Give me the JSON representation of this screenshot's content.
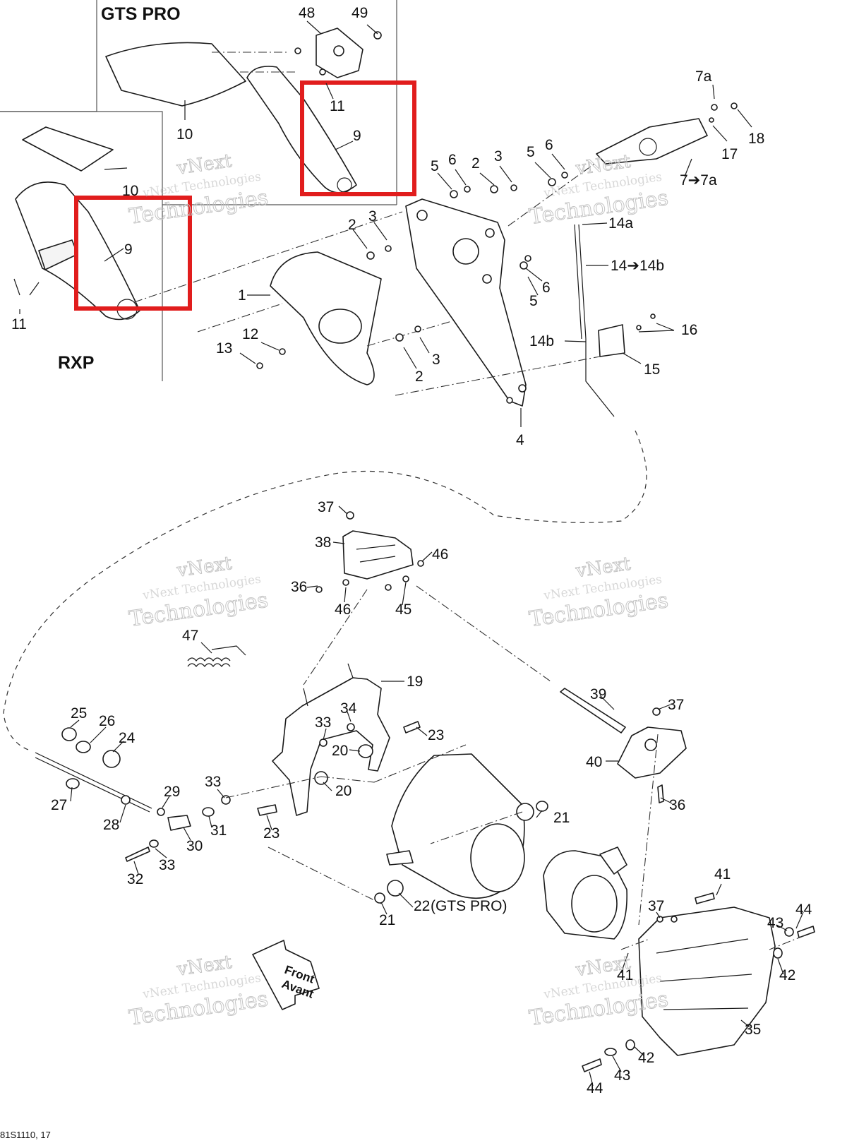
{
  "variants": {
    "gts_pro": "GTS PRO",
    "rxp": "RXP"
  },
  "direction": {
    "front": "Front",
    "avant": "Avant"
  },
  "watermark": {
    "line1": "vNext",
    "line2": "vNext Technologies",
    "line3": "Technologies"
  },
  "reference_code": "81S1110, 17",
  "highlight_color": "#e11d1d",
  "callouts": {
    "c48": "48",
    "c49": "49",
    "c11a": "11",
    "c9a": "9",
    "c10a": "10",
    "c10b": "10",
    "c9b": "9",
    "c11b": "11",
    "c7a": "7a",
    "c18": "18",
    "c17": "17",
    "c7to7a": "7➔7a",
    "c5a": "5",
    "c6a": "6",
    "c2a": "2",
    "c3a": "3",
    "c5b": "5",
    "c6b": "6",
    "c14a": "14a",
    "c14to14b": "14➔14b",
    "c2b": "2",
    "c3b": "3",
    "c6c": "6",
    "c5c": "5",
    "c1": "1",
    "c12": "12",
    "c13": "13",
    "c3c": "3",
    "c2c": "2",
    "c14b": "14b",
    "c16": "16",
    "c15": "15",
    "c4": "4",
    "c37a": "37",
    "c38": "38",
    "c46a": "46",
    "c36a": "36",
    "c46b": "46",
    "c45": "45",
    "c47": "47",
    "c19": "19",
    "c39": "39",
    "c37b": "37",
    "c25": "25",
    "c26": "26",
    "c24": "24",
    "c34": "34",
    "c33a": "33",
    "c23a": "23",
    "c20a": "20",
    "c40": "40",
    "c29": "29",
    "c33b": "33",
    "c20b": "20",
    "c27": "27",
    "c28": "28",
    "c31": "31",
    "c21a": "21",
    "c36b": "36",
    "c30": "30",
    "c23b": "23",
    "c33c": "33",
    "c32": "32",
    "c22": "22",
    "c22note": "(GTS PRO)",
    "c21b": "21",
    "c41a": "41",
    "c37c": "37",
    "c44a": "44",
    "c43a": "43",
    "c42a": "42",
    "c41b": "41",
    "c35": "35",
    "c42b": "42",
    "c43b": "43",
    "c44b": "44"
  }
}
